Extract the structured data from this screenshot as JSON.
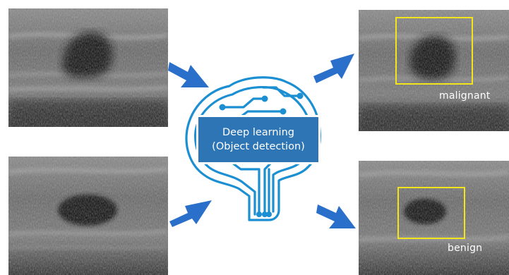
{
  "center": {
    "line1": "Deep learning",
    "line2": "(Object detection)"
  },
  "outputs": {
    "top_label": "malignant",
    "bottom_label": "benign"
  },
  "colors": {
    "arrow": "#2a6fc9",
    "brain_circuit": "#1b8fd2",
    "label_box": "#2e75b6",
    "detection_box": "#f3e51b"
  },
  "icons": {
    "center": "brain-circuit-icon",
    "flow": "arrow-icon"
  }
}
